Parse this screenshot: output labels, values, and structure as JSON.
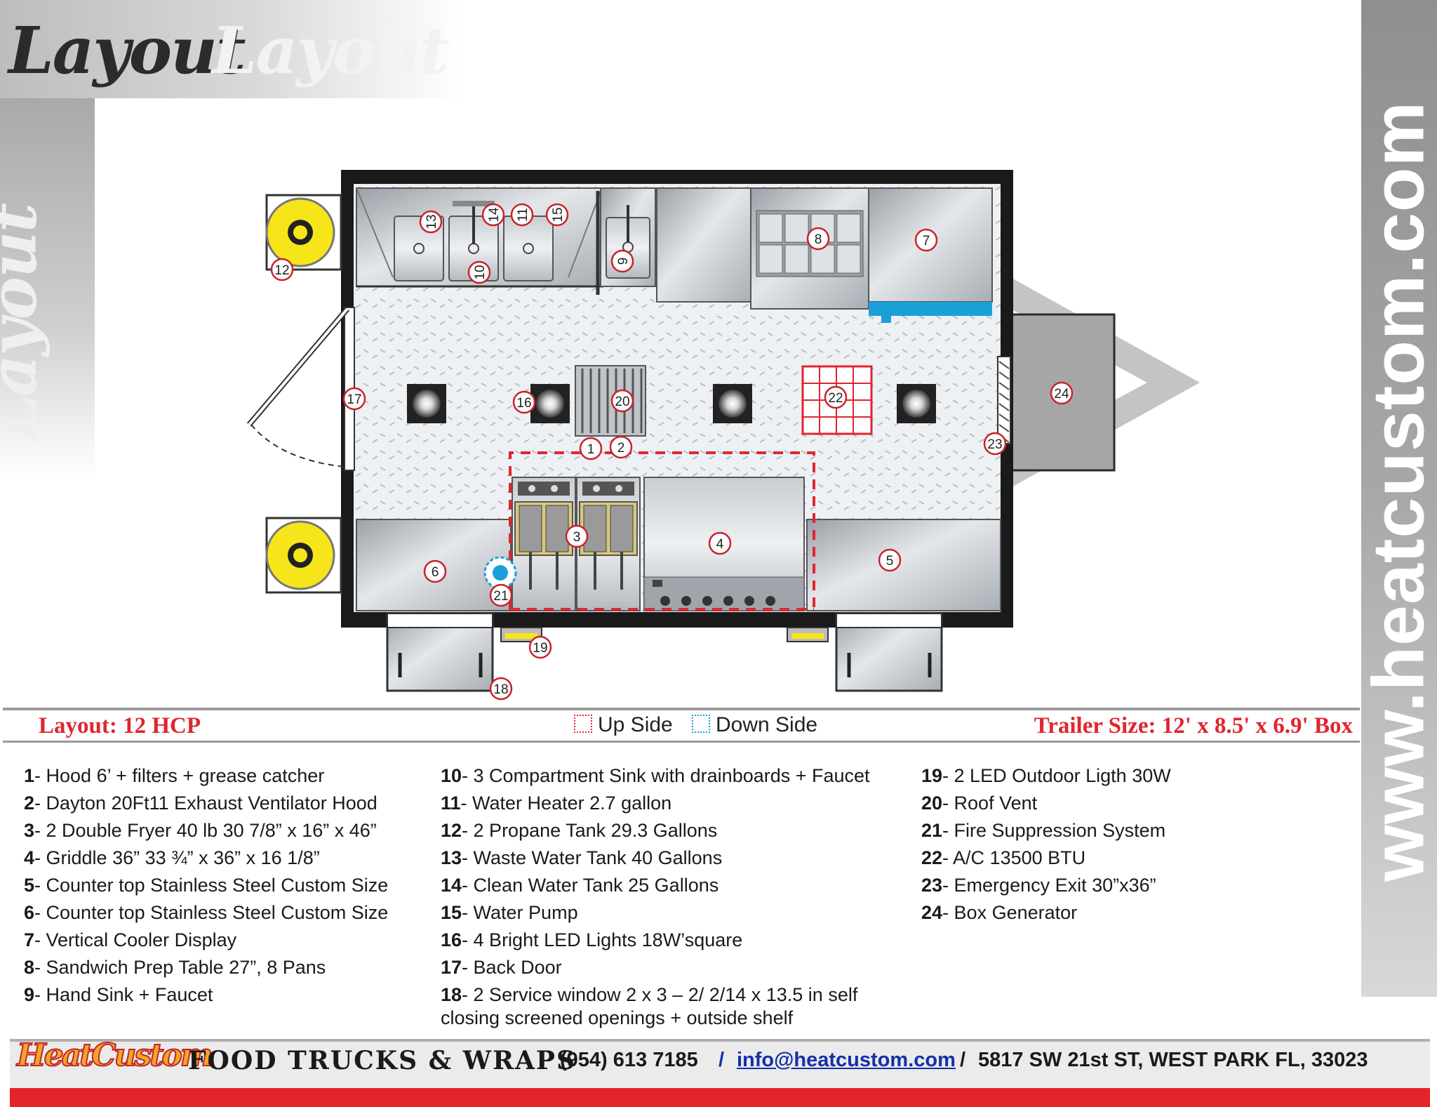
{
  "header": {
    "title_word": "Layout"
  },
  "website": "www.heatcustom.com",
  "layout_label": "Layout: 12 HCP",
  "legend": {
    "up_label": "Up Side",
    "down_label": "Down Side",
    "up_color": "#e0262f",
    "down_color": "#1aa0d8"
  },
  "trailer_size": "Trailer Size: 12' x 8.5' x 6.9' Box",
  "diagram_numbers": [
    "1",
    "2",
    "3",
    "4",
    "5",
    "6",
    "7",
    "8",
    "9",
    "10",
    "11",
    "12",
    "13",
    "14",
    "15",
    "16",
    "17",
    "18",
    "19",
    "20",
    "21",
    "22",
    "23",
    "24"
  ],
  "items_col1": [
    {
      "num": "1",
      "text": "- Hood 6’ + filters + grease catcher"
    },
    {
      "num": "2",
      "text": "- Dayton 20Ft11 Exhaust Ventilator Hood"
    },
    {
      "num": "3",
      "text": "- 2 Double Fryer 40 lb 30 7/8”  x 16” x 46”"
    },
    {
      "num": "4",
      "text": "- Griddle 36” 33 ¾” x 36” x 16 1/8”"
    },
    {
      "num": "5",
      "text": "- Counter top Stainless Steel Custom Size"
    },
    {
      "num": "6",
      "text": "- Counter top Stainless Steel Custom Size"
    },
    {
      "num": "7",
      "text": "- Vertical Cooler Display"
    },
    {
      "num": "8",
      "text": "- Sandwich Prep Table 27”, 8 Pans"
    },
    {
      "num": "9",
      "text": "- Hand Sink + Faucet"
    }
  ],
  "items_col2": [
    {
      "num": "10",
      "text": "-  3 Compartment Sink with drainboards + Faucet"
    },
    {
      "num": "11",
      "text": "- Water Heater 2.7 gallon"
    },
    {
      "num": "12",
      "text": "- 2 Propane Tank 29.3 Gallons"
    },
    {
      "num": "13",
      "text": "- Waste Water Tank 40 Gallons"
    },
    {
      "num": "14",
      "text": "- Clean Water Tank 25 Gallons"
    },
    {
      "num": "15",
      "text": "- Water Pump"
    },
    {
      "num": "16",
      "text": "- 4 Bright LED Lights 18W’square"
    },
    {
      "num": "17",
      "text": "- Back Door"
    },
    {
      "num": "18",
      "text": "- 2 Service window  2 x 3 – 2/ 2/14 x 13.5 in self"
    },
    {
      "num": "",
      "text": "closing screened openings + outside shelf"
    }
  ],
  "items_col3": [
    {
      "num": "19",
      "text": "- 2 LED Outdoor Ligth 30W"
    },
    {
      "num": "20",
      "text": "- Roof Vent"
    },
    {
      "num": "21",
      "text": "- Fire Suppression System"
    },
    {
      "num": "22",
      "text": "- A/C 13500 BTU"
    },
    {
      "num": "23",
      "text": "- Emergency Exit 30”x36”"
    },
    {
      "num": "24",
      "text": "- Box Generator"
    }
  ],
  "footer": {
    "brand": "HeatCustom",
    "tagline": "FOOD TRUCKS & WRAPS",
    "phone": "(954) 613 7185",
    "slash1": "/",
    "email": "info@heatcustom.com",
    "slash2": "/",
    "address": "5817 SW 21st ST, WEST PARK FL, 33023"
  },
  "colors": {
    "accent_red": "#e0262f",
    "tank_yellow": "#f7e51b",
    "steel": "#c8ccd0",
    "floor": "#eef1f4",
    "walls": "#1a1a1a"
  }
}
